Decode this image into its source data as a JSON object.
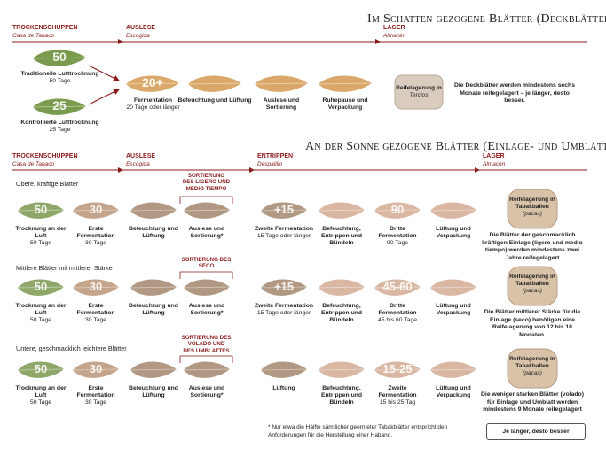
{
  "top": {
    "title": "Im Schatten gezogene Blätter (Deckblätter)",
    "stages": [
      {
        "name": "TROCKENSCHUPPEN",
        "sub": "Casa de Tabaco"
      },
      {
        "name": "AUSLESE",
        "sub": "Escogida"
      },
      {
        "name": "LAGER",
        "sub": "Almacén"
      }
    ],
    "steps": [
      {
        "num": "50",
        "title": "Traditionelle Lufttrocknung",
        "detail": "50 Tage"
      },
      {
        "num": "25",
        "title": "Kontrollierte Lufttrocknung",
        "detail": "25 Tage"
      },
      {
        "num": "20+",
        "title": "Fermentation",
        "detail": "20 Tage oder länger"
      },
      {
        "num": "",
        "title": "Befeuchtung und Lüftung",
        "detail": ""
      },
      {
        "num": "",
        "title": "Auslese und Sortierung",
        "detail": ""
      },
      {
        "num": "",
        "title": "Ruhepause und Verpackung",
        "detail": ""
      }
    ],
    "bale": {
      "title": "Reifelagerung in",
      "sub": "Tercios"
    },
    "note": "Die Deckblätter werden mindestens sechs Monate reifegelagert – je länger, desto besser."
  },
  "bottom": {
    "title": "An der Sonne gezogene Blätter (Einlage- und Umblätter)",
    "stages": [
      {
        "name": "TROCKENSCHUPPEN",
        "sub": "Casa de Tabaco"
      },
      {
        "name": "AUSLESE",
        "sub": "Escogida"
      },
      {
        "name": "ENTRIPPEN",
        "sub": "Despalillo"
      },
      {
        "name": "LAGER",
        "sub": "Almacén"
      }
    ],
    "rows": [
      {
        "label": "Obere, kräftige Blätter",
        "sort_box": [
          "SORTIERUNG",
          "DES LIGERO UND",
          "MEDIO TIEMPO"
        ],
        "steps": [
          {
            "num": "50",
            "title": "Trocknung an der Luft",
            "detail": "50 Tage"
          },
          {
            "num": "30",
            "title": "Erste Fermentation",
            "detail": "30 Tage"
          },
          {
            "num": "",
            "title": "Befeuchtung und Lüftung",
            "detail": ""
          },
          {
            "num": "",
            "title": "Auslese und Sortierung*",
            "detail": ""
          },
          {
            "num": "+15",
            "title": "Zweite Fermentation",
            "detail": "15 Tage oder länger"
          },
          {
            "num": "",
            "title": "Befeuchtung, Entrippen und Bündeln",
            "detail": ""
          },
          {
            "num": "90",
            "title": "Dritte Fermentation",
            "detail": "90 Tage"
          },
          {
            "num": "",
            "title": "Lüftung und Verpackung",
            "detail": ""
          }
        ],
        "bale": {
          "title": "Reifelagerung in Tabakballen",
          "sub": "(pacas)"
        },
        "note": "Die Blätter der geschmacklich kräftigen Einlage (ligero und medio tiempo) werden mindestens zwei Jahre reifegelagert"
      },
      {
        "label": "Mittlere Blätter mit mittlerer Stärke",
        "sort_box": [
          "SORTIERUNG DES",
          "SECO"
        ],
        "steps": [
          {
            "num": "50",
            "title": "Trocknung an der Luft",
            "detail": "50 Tage"
          },
          {
            "num": "30",
            "title": "Erste Fermentation",
            "detail": "30 Tage"
          },
          {
            "num": "",
            "title": "Befeuchtung und Lüftung",
            "detail": ""
          },
          {
            "num": "",
            "title": "Auslese und Sortierung*",
            "detail": ""
          },
          {
            "num": "+15",
            "title": "Zweite Fermentation",
            "detail": "15 Tage oder länger"
          },
          {
            "num": "",
            "title": "Befeuchtung, Entrippen und Bündeln",
            "detail": ""
          },
          {
            "num": "45-60",
            "title": "Dritte Fermentation",
            "detail": "45 bis 60 Tage"
          },
          {
            "num": "",
            "title": "Lüftung und Verpackung",
            "detail": ""
          }
        ],
        "bale": {
          "title": "Reifelagerung in Tabakballen",
          "sub": "(pacas)"
        },
        "note": "Die Blätter mittlerer Stärke für die Einlage (seco) benötigen eine Reifelagerung von 12 bis 18 Monaten."
      },
      {
        "label": "Untere, geschmacklich leichtere Blätter",
        "sort_box": [
          "SORTIERUNG DES",
          "VOLADO UND",
          "DES UMBLATTES"
        ],
        "steps": [
          {
            "num": "50",
            "title": "Trocknung an der Luft",
            "detail": "50 Tage"
          },
          {
            "num": "30",
            "title": "Erste Fermentation",
            "detail": "30 Tage"
          },
          {
            "num": "",
            "title": "Befeuchtung und Lüftung",
            "detail": ""
          },
          {
            "num": "",
            "title": "Auslese und Sortierung*",
            "detail": ""
          },
          {
            "num": "",
            "title": "Lüftung",
            "detail": ""
          },
          {
            "num": "",
            "title": "Befeuchtung, Entrippen und Bündeln",
            "detail": ""
          },
          {
            "num": "15-25",
            "title": "Zweite Fermentation",
            "detail": "15 bis 25 Tag"
          },
          {
            "num": "",
            "title": "Lüftung und Verpackung",
            "detail": ""
          }
        ],
        "bale": {
          "title": "Reifelagerung in Tabakballen",
          "sub": "(pacas)"
        },
        "note": "Die weniger starken Blätter (volado) für Einlage und Umblatt werden mindestens 9 Monate reifegelagert"
      }
    ],
    "footnote": "* Nur etwa die Hälfte sämtlicher geernteter Tabakblätter entspricht den Anforderungen für die Herstellung einer Habano.",
    "button": "Je länger, desto besser"
  },
  "colors": {
    "accent": "#8b1a1a",
    "green_leaf": "#7a9a4e",
    "brown_leaf": "#b88a60",
    "tan_leaf": "#d9a86a",
    "pale_leaf": "#d9b7a3"
  }
}
